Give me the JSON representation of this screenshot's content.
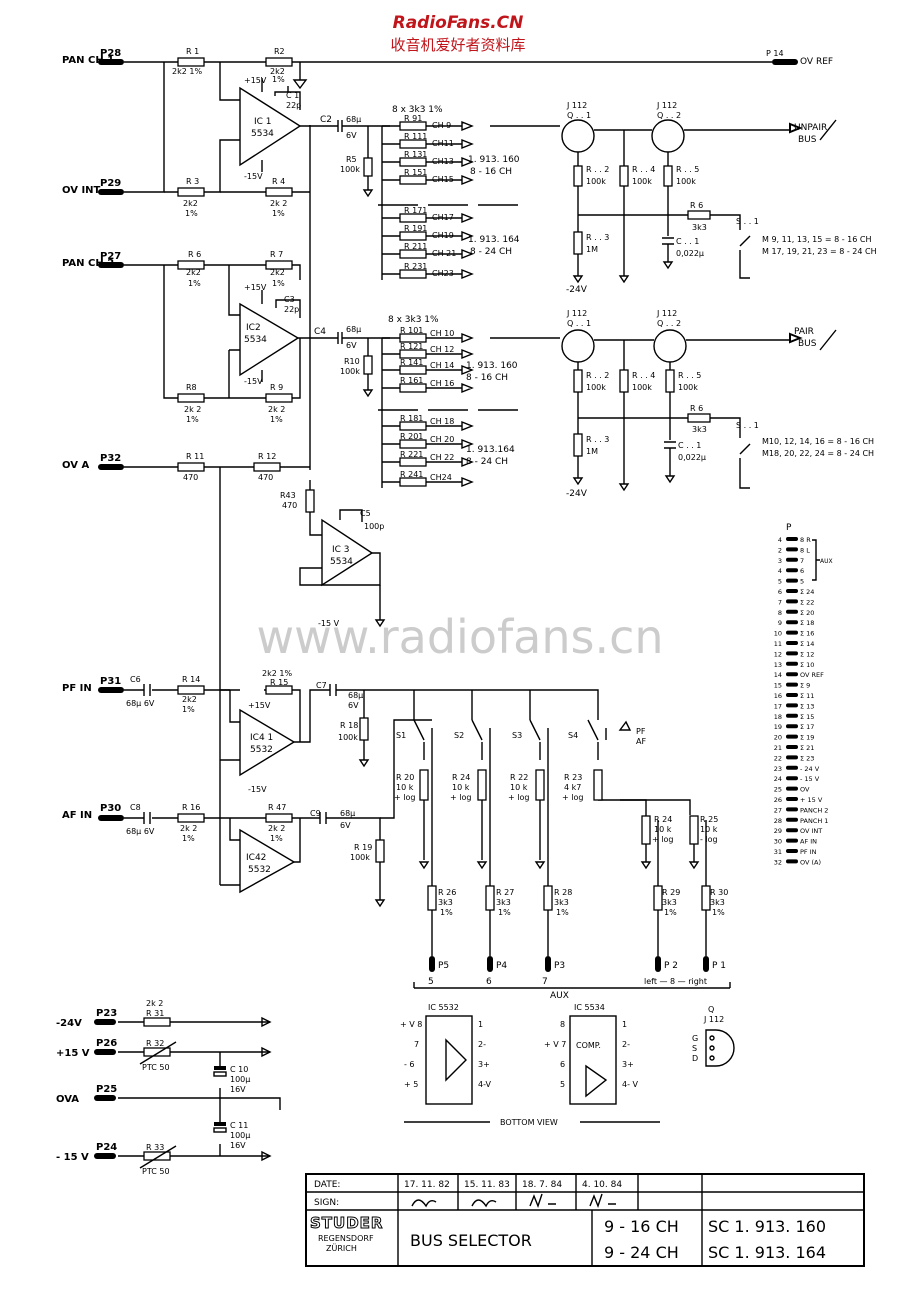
{
  "header": {
    "brand": "RadioFans.CN",
    "subtitle": "收音机爱好者资料库",
    "watermark": "www.radiofans.cn"
  },
  "colors": {
    "brand_red": "#c0151b",
    "ink": "#000000",
    "watermark": "#cccccc"
  },
  "inputs": [
    {
      "pin": "P28",
      "label": "PAN CH 1"
    },
    {
      "pin": "P29",
      "label": "OV INT"
    },
    {
      "pin": "P27",
      "label": "PAN CH 2"
    },
    {
      "pin": "P32",
      "label": "OV A"
    },
    {
      "pin": "P31",
      "label": "PF IN"
    },
    {
      "pin": "P30",
      "label": "AF IN"
    }
  ],
  "outputs": [
    {
      "pin": "P 14",
      "label": "OV REF"
    },
    {
      "label1": "UNPAIR",
      "label2": "BUS"
    },
    {
      "label1": "PAIR",
      "label2": "BUS"
    }
  ],
  "components": {
    "r1": [
      "R 1",
      "2k2 1%"
    ],
    "r2": [
      "R2",
      "2k2",
      "1%"
    ],
    "r3": [
      "R 3",
      "2k2",
      "1%"
    ],
    "r4": [
      "R 4",
      "2k 2",
      "1%"
    ],
    "r6": [
      "R 6",
      "2k2",
      "1%"
    ],
    "r7": [
      "R 7",
      "2k2",
      "1%"
    ],
    "r8": [
      "R8",
      "2k 2",
      "1%"
    ],
    "r9": [
      "R 9",
      "2k 2",
      "1%"
    ],
    "r11": [
      "R 11",
      "470"
    ],
    "r12": [
      "R 12",
      "470"
    ],
    "r13": [
      "R43",
      "470"
    ],
    "r14": [
      "R 14",
      "2k2",
      "1%"
    ],
    "r15": [
      "2k2 1%",
      "R 15"
    ],
    "r16": [
      "R 16",
      "2k 2",
      "1%"
    ],
    "r17": [
      "R 47",
      "2k 2",
      "1%"
    ],
    "r5": [
      "R5",
      "100k"
    ],
    "r10": [
      "R10",
      "100k"
    ],
    "r18": [
      "R 18",
      "100k"
    ],
    "r19": [
      "R 19",
      "100k"
    ],
    "c1": [
      "C 1",
      "22p"
    ],
    "c2": [
      "C2",
      "68µ",
      "6V"
    ],
    "c3": [
      "C3",
      "22p"
    ],
    "c4": [
      "C4",
      "68µ",
      "6V"
    ],
    "c5": [
      "C5",
      "100p"
    ],
    "c6": [
      "C6",
      "68µ 6V"
    ],
    "c7": [
      "C7",
      "68µ",
      "6V"
    ],
    "c8": [
      "C8",
      "68µ 6V"
    ],
    "c9": [
      "C9",
      "68µ",
      "6V"
    ],
    "ic1": [
      "IC 1",
      "5534"
    ],
    "ic2": [
      "IC2",
      "5534"
    ],
    "ic3": [
      "IC 3",
      "5534"
    ],
    "ic41": [
      "IC4 1",
      "5532"
    ],
    "ic42": [
      "IC42",
      "5532"
    ],
    "supply": [
      "+15V",
      "-15V",
      "-15 V"
    ]
  },
  "bus_groups": [
    {
      "header": "8 x 3k3 1%",
      "rows": [
        [
          "R 91",
          "CH 9"
        ],
        [
          "R 111",
          "CH11"
        ],
        [
          "R 131",
          "CH13"
        ],
        [
          "R 151",
          "CH15"
        ]
      ],
      "ref": [
        "1. 913. 160",
        "8 - 16 CH"
      ]
    },
    {
      "header": "",
      "rows": [
        [
          "R 171",
          "CH17"
        ],
        [
          "R 191",
          "CH19"
        ],
        [
          "R 211",
          "CH 21"
        ],
        [
          "R 231",
          "CH23"
        ]
      ],
      "ref": [
        "1. 913. 164",
        "8 - 24 CH"
      ]
    },
    {
      "header": "8 x 3k3 1%",
      "rows": [
        [
          "R 101",
          "CH 10"
        ],
        [
          "R 121",
          "CH 12"
        ],
        [
          "R 141",
          "CH 14"
        ],
        [
          "R 161",
          "CH 16"
        ]
      ],
      "ref": [
        "1. 913. 160",
        "8 - 16 CH"
      ]
    },
    {
      "header": "",
      "rows": [
        [
          "R 181",
          "CH 18"
        ],
        [
          "R 201",
          "CH 20"
        ],
        [
          "R 221",
          "CH 22"
        ],
        [
          "R 241",
          "CH24"
        ]
      ],
      "ref": [
        "1. 913.164",
        "8 - 24 CH"
      ]
    }
  ],
  "jfet_section": {
    "q1": [
      "J 112",
      "Q . . 1"
    ],
    "q2": [
      "J 112",
      "Q . . 2"
    ],
    "r2": [
      "R . . 2",
      "100k"
    ],
    "r4": [
      "R . . 4",
      "100k"
    ],
    "r5": [
      "R . . 5",
      "100k"
    ],
    "r3": [
      "R . . 3",
      "1M"
    ],
    "c1": [
      "C . . 1",
      "0,022µ"
    ],
    "r6": [
      "R 6",
      "3k3"
    ],
    "sw": "S . . 1",
    "minus24": "-24V",
    "top_modes": [
      "M 9, 11, 13, 15 = 8 - 16 CH",
      "M 17, 19, 21, 23 = 8 - 24 CH"
    ],
    "bot_modes": [
      "M10, 12, 14, 16 = 8 - 16 CH",
      "M18, 20, 22, 24 = 8 - 24 CH"
    ]
  },
  "aux_section": {
    "switches": [
      "S1",
      "S2",
      "S3",
      "S4"
    ],
    "pf_af": [
      "PF",
      "AF"
    ],
    "pots": [
      [
        "R 20",
        "10 k",
        "+ log"
      ],
      [
        "R 24",
        "10 k",
        "+ log"
      ],
      [
        "R 22",
        "10 k",
        "+ log"
      ],
      [
        "R 23",
        "4 k7",
        "+ log"
      ],
      [
        "R 24",
        "10 k",
        "+ log"
      ],
      [
        "R 25",
        "10 k",
        "- log"
      ]
    ],
    "outs": [
      [
        "R 26",
        "3k3",
        "1%",
        "P5",
        "5"
      ],
      [
        "R 27",
        "3k3",
        "1%",
        "P4",
        "6"
      ],
      [
        "R 28",
        "3k3",
        "1%",
        "P3",
        "7"
      ],
      [
        "R 29",
        "3k3",
        "1%",
        "P 2",
        ""
      ],
      [
        "R 30",
        "3k3",
        "1%",
        "P 1",
        ""
      ]
    ],
    "aux_label": "AUX",
    "lr_label": "left  —  8  —  right"
  },
  "pin_table": {
    "title": "P",
    "aux_label": "AUX",
    "rows": [
      [
        "4",
        "8 R"
      ],
      [
        "2",
        "8 L"
      ],
      [
        "3",
        "7"
      ],
      [
        "4",
        "6"
      ],
      [
        "5",
        "5"
      ],
      [
        "6",
        "Σ 24"
      ],
      [
        "7",
        "Σ 22"
      ],
      [
        "8",
        "Σ 20"
      ],
      [
        "9",
        "Σ 18"
      ],
      [
        "10",
        "Σ 16"
      ],
      [
        "11",
        "Σ 14"
      ],
      [
        "12",
        "Σ 12"
      ],
      [
        "13",
        "Σ 10"
      ],
      [
        "14",
        "OV REF"
      ],
      [
        "15",
        "Σ 9"
      ],
      [
        "16",
        "Σ 11"
      ],
      [
        "17",
        "Σ 13"
      ],
      [
        "18",
        "Σ 15"
      ],
      [
        "19",
        "Σ 17"
      ],
      [
        "20",
        "Σ 19"
      ],
      [
        "21",
        "Σ 21"
      ],
      [
        "22",
        "Σ 23"
      ],
      [
        "23",
        "- 24 V"
      ],
      [
        "24",
        "- 15 V"
      ],
      [
        "25",
        "OV"
      ],
      [
        "26",
        "+ 15 V"
      ],
      [
        "27",
        "PANCH 2"
      ],
      [
        "28",
        "PANCH 1"
      ],
      [
        "29",
        "OV INT"
      ],
      [
        "30",
        "AF IN"
      ],
      [
        "31",
        "PF IN"
      ],
      [
        "32",
        "OV (A)"
      ]
    ]
  },
  "power": {
    "lines": [
      [
        "-24V",
        "P23"
      ],
      [
        "+15 V",
        "P26"
      ],
      [
        "OVA",
        "P25"
      ],
      [
        "- 15 V",
        "P24"
      ]
    ],
    "r31": [
      "2k 2",
      "R 31"
    ],
    "r32": [
      "R 32",
      "PTC 50"
    ],
    "r33": [
      "R 33",
      "PTC 50"
    ],
    "c10": [
      "C 10",
      "100µ",
      "16V"
    ],
    "c11": [
      "C 11",
      "100µ",
      "16V"
    ]
  },
  "pinouts": {
    "ic5532": {
      "title": "IC  5532",
      "left": [
        "+ V 8",
        "7",
        "- 6",
        "+ 5"
      ],
      "right": [
        "1",
        "2-",
        "3+",
        "4-V"
      ]
    },
    "ic5534": {
      "title": "IC  5534",
      "left": [
        "8",
        "+ V 7",
        "6",
        "5"
      ],
      "right": [
        "1",
        "2-",
        "3+",
        "4- V"
      ],
      "comp": "COMP."
    },
    "jfet": {
      "title": [
        "Q",
        "J 112"
      ],
      "pins": [
        "G",
        "S",
        "D"
      ]
    },
    "caption": "BOTTOM  VIEW"
  },
  "title_block": {
    "date_label": "DATE:",
    "sign_label": "SIGN:",
    "dates": [
      "17. 11. 82",
      "15. 11. 83",
      "18. 7. 84",
      "4. 10. 84"
    ],
    "company": "STUDER",
    "city": "REGENSDORF",
    "city2": "ZÜRICH",
    "title": "BUS  SELECTOR",
    "variants": [
      [
        "9 - 16 CH",
        "SC  1. 913. 160"
      ],
      [
        "9 - 24 CH",
        "SC  1. 913. 164"
      ]
    ]
  }
}
